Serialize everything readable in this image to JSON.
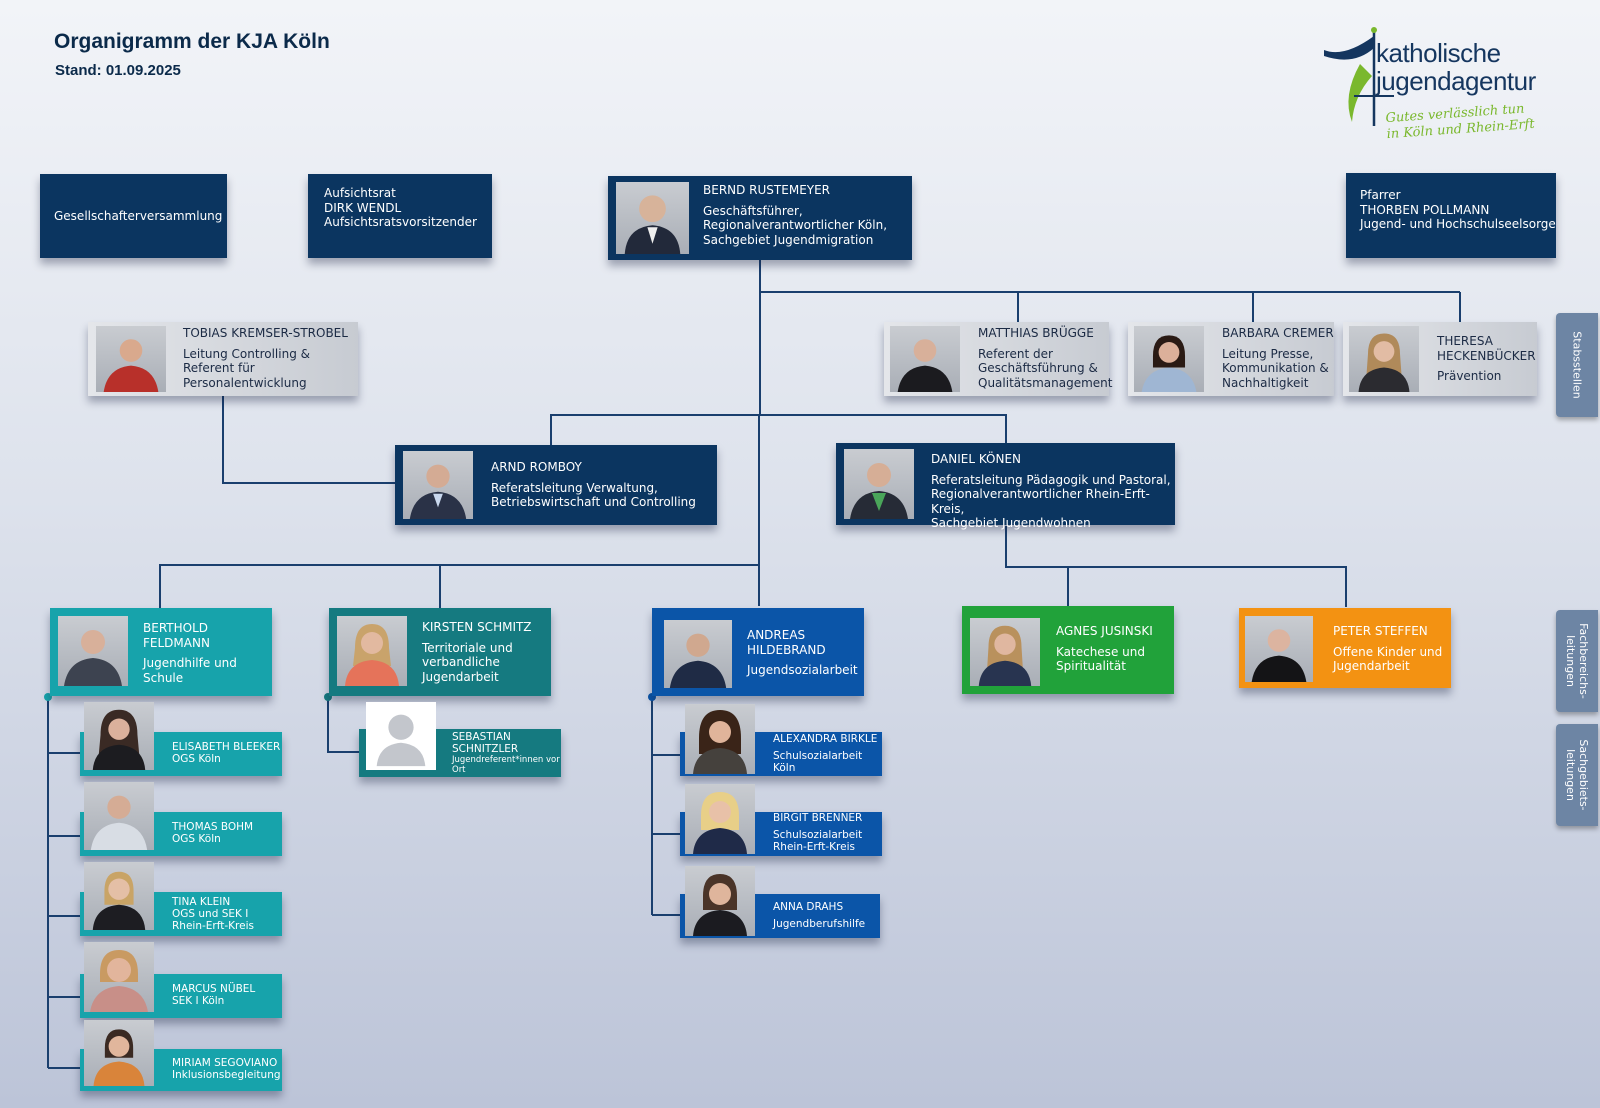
{
  "header": {
    "title": "Organigramm der KJA Köln",
    "stand": "Stand: 01.09.2025"
  },
  "logo": {
    "line1": "katholische",
    "line2": "jugendagentur",
    "tagline1": "Gutes verlässlich tun",
    "tagline2": "in Köln und Rhein-Erft"
  },
  "top": {
    "gesellschafter": "Gesellschafterversammlung",
    "aufsichtsrat": {
      "l1": "Aufsichtsrat",
      "l2": "DIRK WENDL",
      "l3": "Aufsichtsratsvorsitzender"
    },
    "ceo": {
      "name": "BERND RUSTEMEYER",
      "r1": "Geschäftsführer,",
      "r2": "Regionalverantwortlicher Köln,",
      "r3": "Sachgebiet Jugendmigration"
    },
    "pfarrer": {
      "l1": "Pfarrer",
      "l2": "THORBEN POLLMANN",
      "l3": "Jugend- und Hochschulseelsorge"
    }
  },
  "staff": {
    "kremser": {
      "name": "TOBIAS KREMSER-STROBEL",
      "r1": "Leitung Controlling &",
      "r2": "Referent für",
      "r3": "Personalentwicklung"
    },
    "bruegge": {
      "name": "MATTHIAS BRÜGGE",
      "r1": "Referent der",
      "r2": "Geschäftsführung &",
      "r3": "Qualitätsmanagement"
    },
    "cremer": {
      "name": "BARBARA CREMER",
      "r1": "Leitung Presse,",
      "r2": "Kommunikation &",
      "r3": "Nachhaltigkeit"
    },
    "heckenbuecker": {
      "n1": "THERESA",
      "n2": "HECKENBÜCKER",
      "r1": "Prävention"
    }
  },
  "referate": {
    "romboy": {
      "name": "ARND ROMBOY",
      "r1": "Referatsleitung Verwaltung,",
      "r2": "Betriebswirtschaft und Controlling"
    },
    "koenen": {
      "name": "DANIEL KÖNEN",
      "r1": "Referatsleitung Pädagogik und Pastoral,",
      "r2": "Regionalverantwortlicher Rhein-Erft-Kreis,",
      "r3": "Sachgebiet Jugendwohnen"
    }
  },
  "fach": {
    "feldmann": {
      "n1": "BERTHOLD",
      "n2": "FELDMANN",
      "r1": "Jugendhilfe und",
      "r2": "Schule"
    },
    "schmitz": {
      "name": "KIRSTEN SCHMITZ",
      "r1": "Territoriale und",
      "r2": "verbandliche",
      "r3": "Jugendarbeit"
    },
    "hildebrand": {
      "n1": "ANDREAS",
      "n2": "HILDEBRAND",
      "r1": "Jugendsozialarbeit"
    },
    "jusinski": {
      "name": "AGNES JUSINSKI",
      "r1": "Katechese und",
      "r2": "Spiritualität"
    },
    "steffen": {
      "name": "PETER STEFFEN",
      "r1": "Offene Kinder und",
      "r2": "Jugendarbeit"
    }
  },
  "sach": {
    "bleeker": {
      "name": "ELISABETH BLEEKER",
      "r1": "OGS Köln"
    },
    "bohm": {
      "name": "THOMAS BOHM",
      "r1": "OGS Köln"
    },
    "klein": {
      "name": "TINA KLEIN",
      "r1": "OGS und SEK I",
      "r2": "Rhein-Erft-Kreis"
    },
    "nuebel": {
      "name": "MARCUS NÜBEL",
      "r1": "SEK I Köln"
    },
    "segoviano": {
      "name": "MIRIAM SEGOVIANO",
      "r1": "Inklusionsbegleitung"
    },
    "schnitzler": {
      "n1": "SEBASTIAN",
      "n2": "SCHNITZLER",
      "r1": "Jugendreferent*innen vor",
      "r2": "Ort"
    },
    "birkle": {
      "name": "ALEXANDRA BIRKLE",
      "r1": "Schulsozialarbeit",
      "r2": "Köln"
    },
    "brenner": {
      "name": "BIRGIT BRENNER",
      "r1": "Schulsozialarbeit",
      "r2": "Rhein-Erft-Kreis"
    },
    "drahs": {
      "name": "ANNA DRAHS",
      "r1": "Jugendberufshilfe"
    }
  },
  "tabs": {
    "stab": "Stabsstellen",
    "fach1": "Fachbereichs-",
    "fach2": "leitungen",
    "sach1": "Sachgebiets-",
    "sach2": "leitungen"
  },
  "colors": {
    "navy": "#0b3560",
    "teal": "#17a3ab",
    "tealdark": "#157a80",
    "blue": "#0b55a8",
    "green": "#21a23a",
    "orange": "#f39212",
    "line": "#0b3560"
  }
}
